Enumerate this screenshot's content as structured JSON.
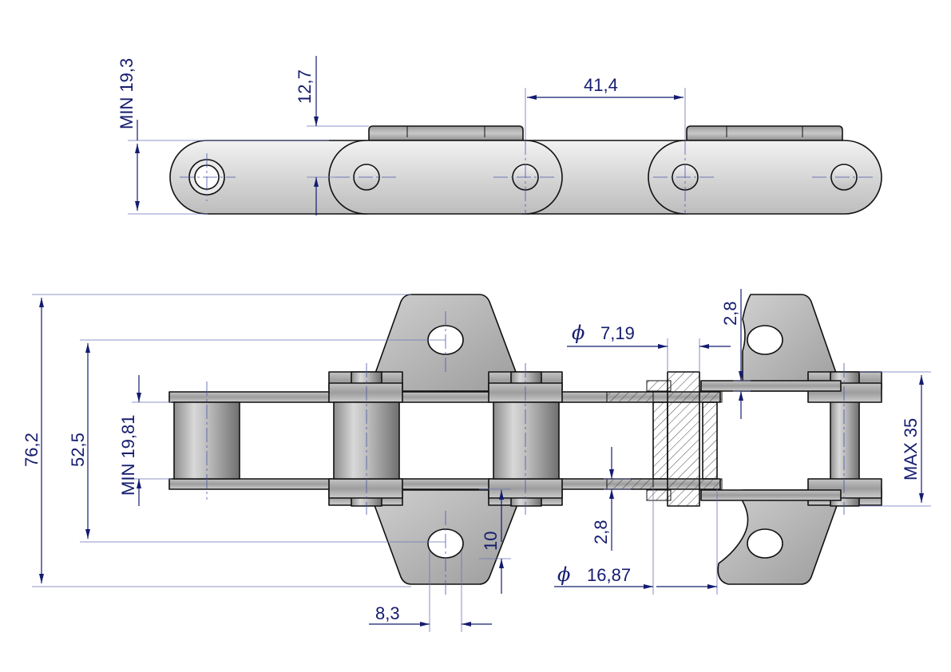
{
  "colors": {
    "dimension": "#151c6e",
    "steel_light": "#dcdcdc",
    "steel_dark": "#8a8a8a",
    "outline": "#111111"
  },
  "dimensions": {
    "min_top_height": "MIN 19,3",
    "plate_offset": "12,7",
    "pitch": "41,4",
    "overall_width": "76,2",
    "hole_spacing": "52,5",
    "inner_width": "MIN 19,81",
    "plate_thickness_top": "2,8",
    "pin_symbol": "ϕ",
    "pin_diameter": "7,19",
    "plate_thickness_mid": "2,8",
    "hole_offset": "10",
    "roller_symbol": "ϕ",
    "roller_diameter": "16,87",
    "slot_width": "8,3",
    "max_width": "MAX 35"
  }
}
